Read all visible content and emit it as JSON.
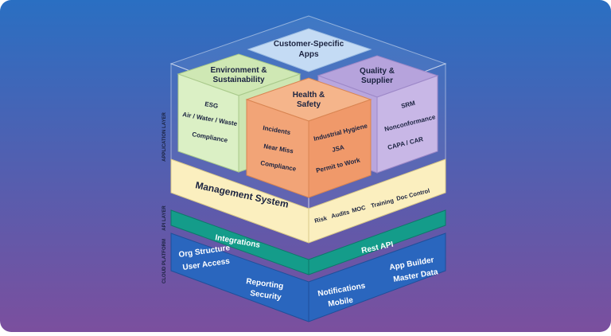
{
  "colors": {
    "bg_top": "#2a6fc2",
    "bg_bottom": "#7b4f9e",
    "customer": "#c4dbf4",
    "environment": "#dbf0c5",
    "quality": "#c8b7e6",
    "health": "#f2a477",
    "management": "#fbefbf",
    "api": "#149c8a",
    "cloud": "#2a66be"
  },
  "side_labels": {
    "application": "APPLICATION LAYER",
    "api": "API LAYER",
    "cloud": "CLOUD PLATFORM"
  },
  "apps": {
    "customer": {
      "title_line1": "Customer-Specific",
      "title_line2": "Apps"
    },
    "environment": {
      "title_line1": "Environment &",
      "title_line2": "Sustainability",
      "items": [
        "ESG",
        "Air / Water / Waste",
        "Compliance"
      ]
    },
    "quality": {
      "title_line1": "Quality &",
      "title_line2": "Supplier",
      "items": [
        "SRM",
        "Nonconformance",
        "CAPA / CAR"
      ]
    },
    "health": {
      "title_line1": "Health &",
      "title_line2": "Safety",
      "left_items": [
        "Incidents",
        "Near Miss",
        "Compliance"
      ],
      "right_items": [
        "Industrial Hygiene",
        "JSA",
        "Permit to Work"
      ]
    }
  },
  "management": {
    "title": "Management System",
    "tags": [
      "Risk",
      "Audits",
      "MOC",
      "Training",
      "Doc Control"
    ]
  },
  "api": {
    "left": "Integrations",
    "right": "Rest API"
  },
  "cloud": {
    "col1": [
      "Org Structure",
      "User Access"
    ],
    "col2": [
      "Reporting",
      "Security"
    ],
    "col3": [
      "Notifications",
      "Mobile"
    ],
    "col4": [
      "App Builder",
      "Master Data"
    ]
  }
}
